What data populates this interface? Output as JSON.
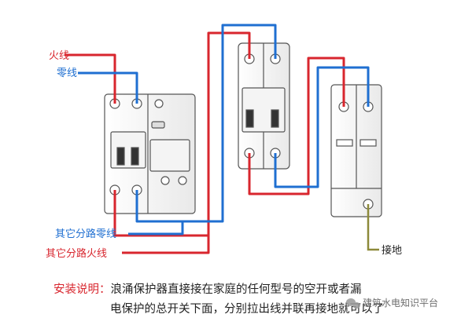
{
  "labels": {
    "live": "火线",
    "neutral": "零线",
    "branch_neutral": "其它分路零线",
    "branch_live": "其它分路火线",
    "ground": "接地"
  },
  "caption": {
    "prefix": "安装说明：",
    "line1": "浪涌保护器直接接在家庭的任何型号的空开或者漏",
    "line2": "电保护的总开关下面，分别拉出线并联再接地就可以了"
  },
  "watermark": {
    "text": "建筑水电知识平台"
  },
  "colors": {
    "live": "#d8262e",
    "neutral": "#1f6fd1",
    "ground": "#8d8a3a",
    "label_red": "#d8262e",
    "label_blue": "#1f6fd1",
    "caption_red": "#d8262e",
    "caption_text": "#222222",
    "device_outline": "#555555"
  },
  "icons": {
    "rcbo": "residual-current-breaker-icon",
    "mcb": "two-pole-breaker-icon",
    "spd": "surge-protector-icon",
    "watermark": "wechat-icon"
  }
}
